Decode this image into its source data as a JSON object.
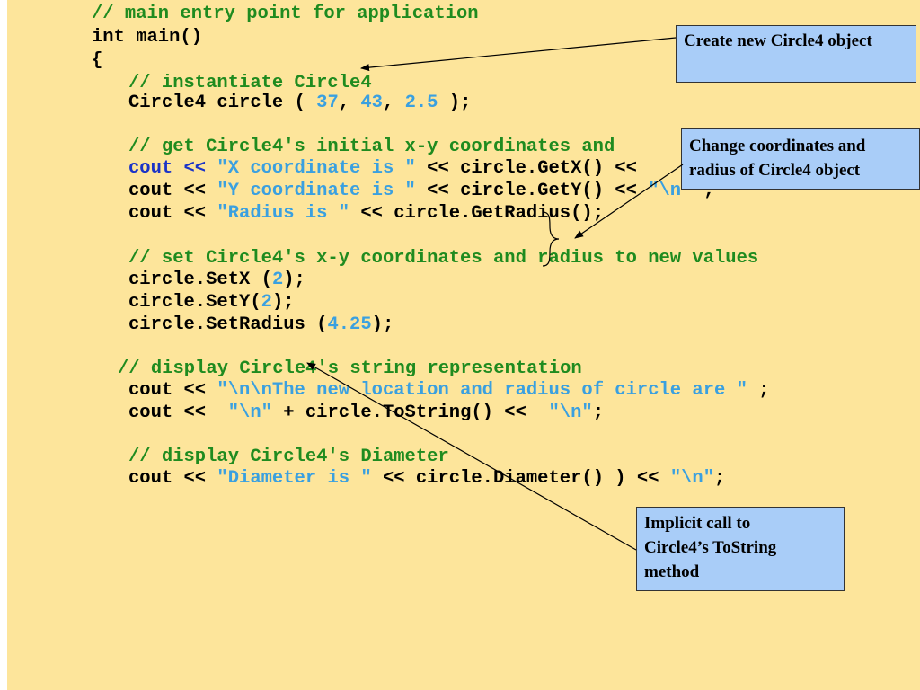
{
  "colors": {
    "background": "#fde59b",
    "comment": "#1f8b1f",
    "keyword": "#1a33c7",
    "string": "#3aa0e0",
    "callout_fill": "#a9cdf8"
  },
  "code": {
    "l1": {
      "c": "// main entry point for application"
    },
    "l2": {
      "t": "int main()"
    },
    "l3": {
      "t": "{"
    },
    "l4": {
      "c": "// instantiate Circle4"
    },
    "l5": {
      "a": "Circle4 circle ( ",
      "n1": "37",
      "b": ", ",
      "n2": "43",
      "c2": ", ",
      "n3": "2.5",
      "d": " );"
    },
    "l6": {
      "c": "// get Circle4's initial x-y coordinates and"
    },
    "l7": {
      "k": "cout <<",
      "s": " \"X coordinate is \"",
      "r": " << circle.GetX() <<"
    },
    "l8": {
      "a": "cout << ",
      "s": "\"Y coordinate is \"",
      "r": " << circle.GetY() << ",
      "s2": "\"\\n\"",
      "e": " ;"
    },
    "l9": {
      "a": "cout << ",
      "s": "\"Radius is \"",
      "r": " << circle.GetRadius();"
    },
    "l10": {
      "c": "// set Circle4's x-y coordinates and radius to new values"
    },
    "l11": {
      "a": "circle.SetX (",
      "n": "2",
      "e": ");"
    },
    "l12": {
      "a": "circle.SetY(",
      "n": "2",
      "e": ");"
    },
    "l13": {
      "a": "circle.SetRadius (",
      "n": "4.25",
      "e": ");"
    },
    "l14": {
      "c": "// display Circle4's string representation"
    },
    "l15": {
      "a": "cout << ",
      "s": "\"\\n\\nThe new location and radius of circle are \"",
      "e": " ;"
    },
    "l16": {
      "a": "cout <<  ",
      "s": "\"\\n\"",
      "r": " + circle.ToString() <<  ",
      "s2": "\"\\n\"",
      "e": ";"
    },
    "l17": {
      "c": "// display Circle4's Diameter"
    },
    "l18": {
      "a": "cout << ",
      "s": "\"Diameter is \"",
      "r": " << circle.Diameter() ) << ",
      "s2": "\"\\n\"",
      "e": ";"
    }
  },
  "callouts": {
    "create": "Create new Circle4 object",
    "change_l1": "Change coordinates and",
    "change_l2": "radius of Circle4 object",
    "implicit_l1": "Implicit call to",
    "implicit_l2": "Circle4’s ToString",
    "implicit_l3": "method"
  }
}
